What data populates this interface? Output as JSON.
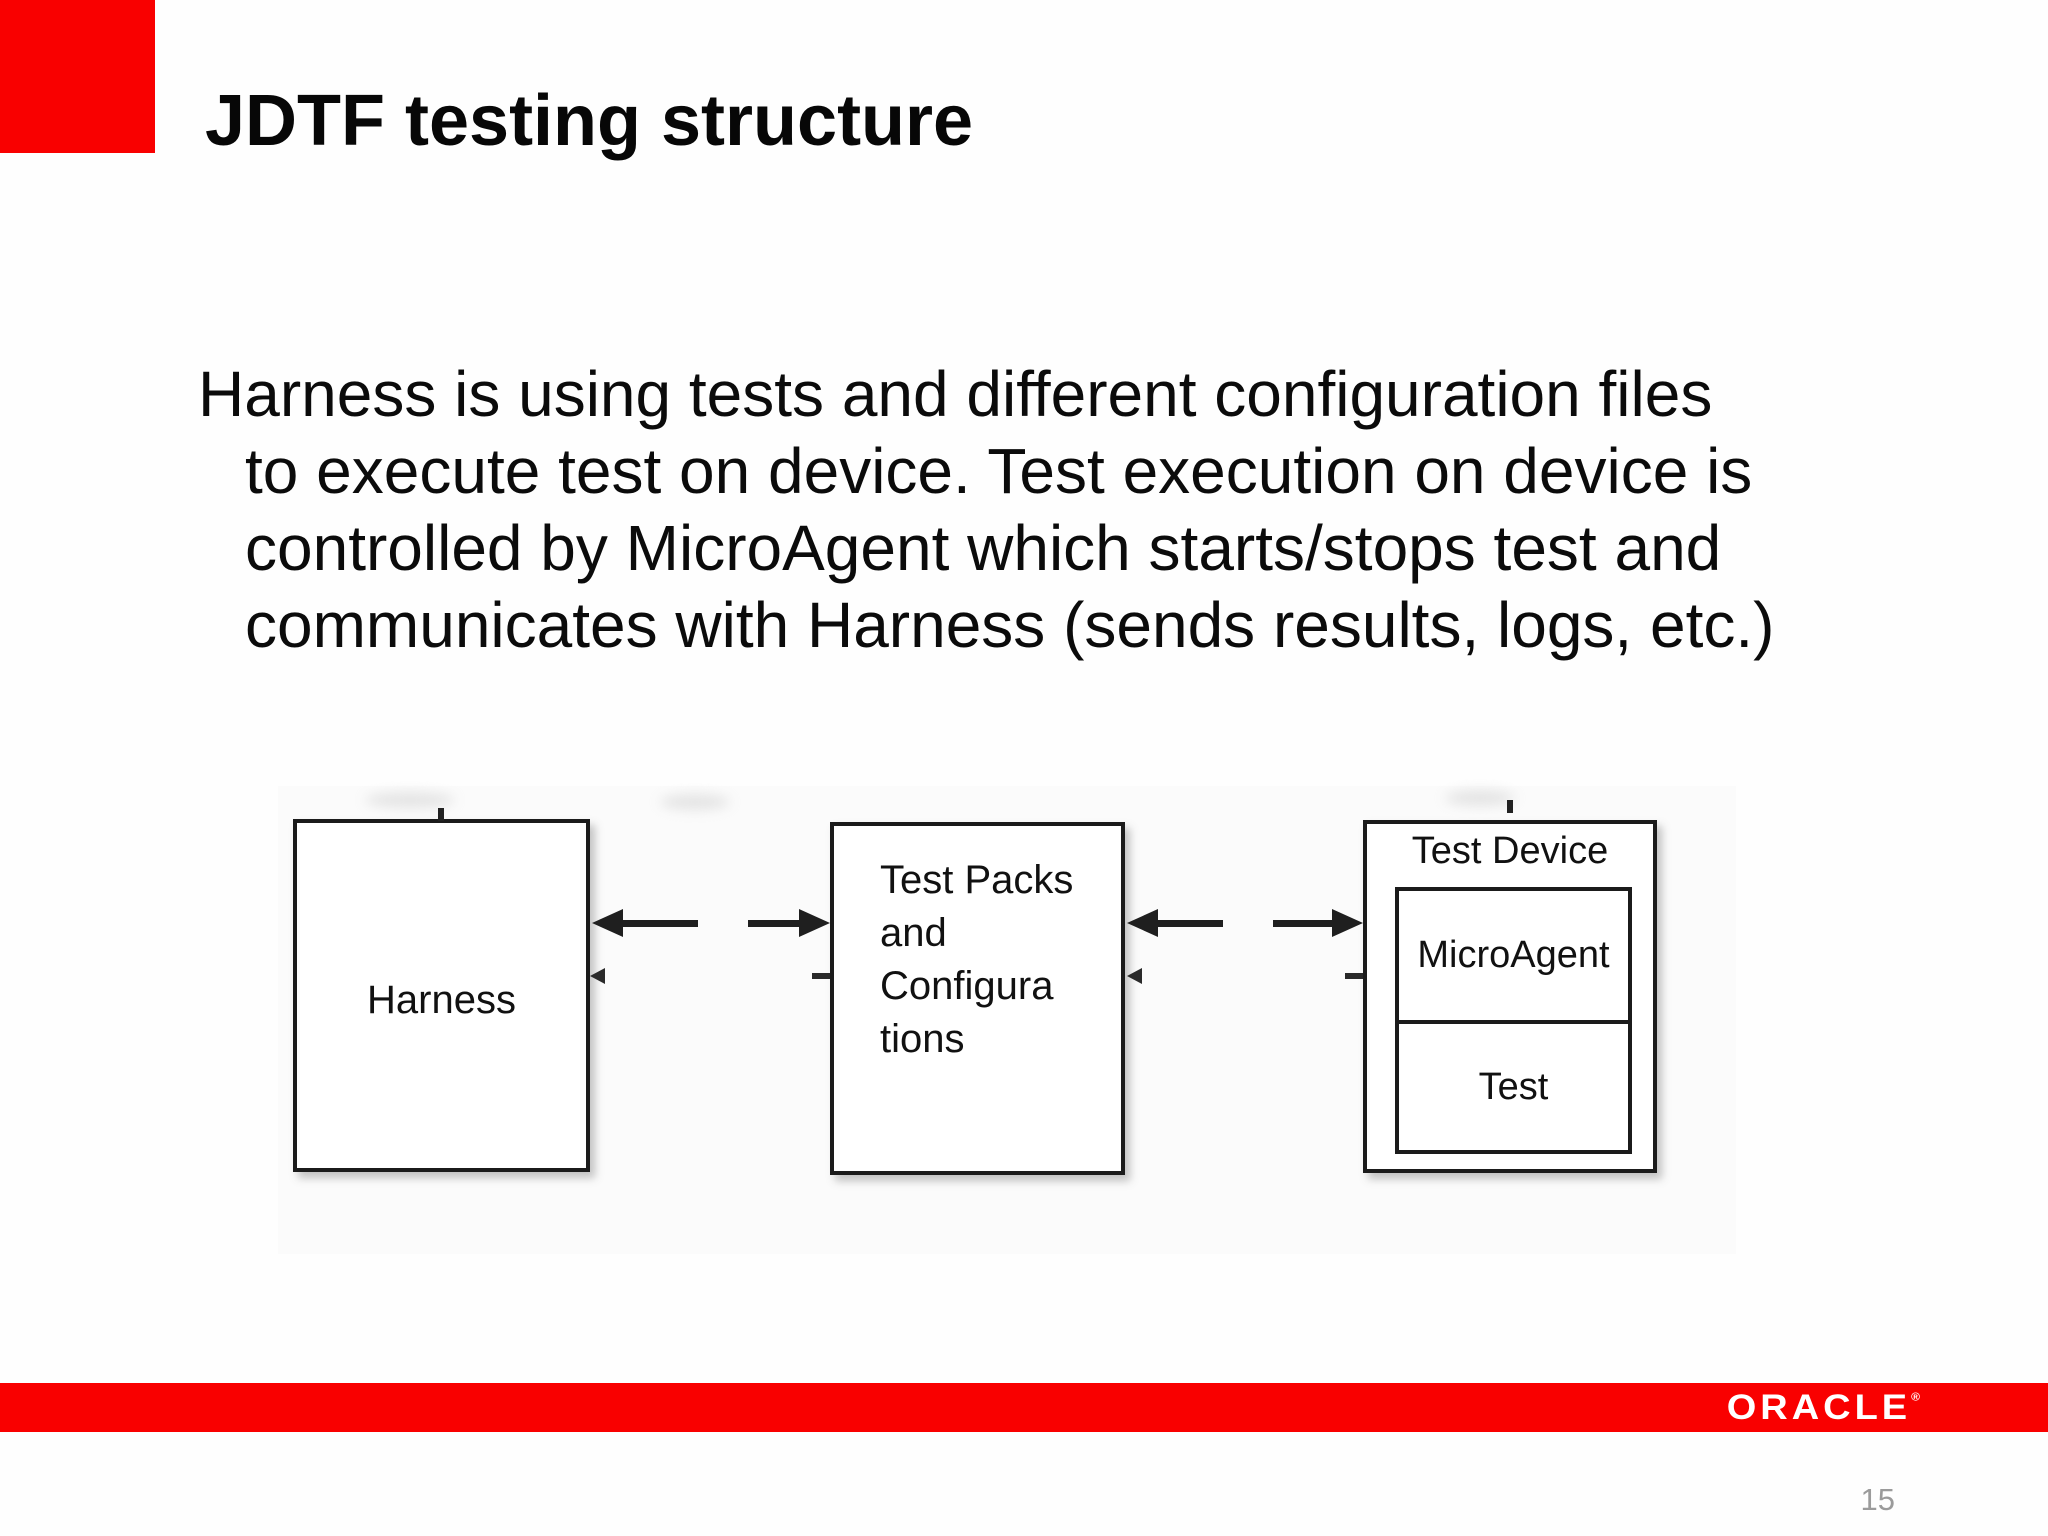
{
  "header": {
    "title": "JDTF testing structure"
  },
  "body": {
    "lines": [
      "Harness is using tests and different configuration files",
      "to execute test on device. Test execution on device is",
      "controlled by MicroAgent which starts/stops test and",
      "communicates with Harness (sends results, logs, etc.)"
    ]
  },
  "diagram": {
    "harness": {
      "label": "Harness"
    },
    "test_packs": {
      "lines": [
        "Test Packs",
        "and",
        "Configura",
        "tions"
      ]
    },
    "test_device": {
      "label": "Test Device",
      "microagent_label": "MicroAgent",
      "test_label": "Test"
    },
    "connections": [
      "Harness <-> Test Packs and Configurations",
      "Test Packs and Configurations <-> Test Device"
    ]
  },
  "footer": {
    "logo_text": "ORACLE",
    "logo_registered_mark": "®",
    "page_number": "15"
  },
  "colors": {
    "brand_red": "#f90000",
    "box_border": "#1b1b1b",
    "text_black": "#0b0b0b",
    "page_number_gray": "#9b9b9b",
    "logo_white": "#ffffff"
  }
}
